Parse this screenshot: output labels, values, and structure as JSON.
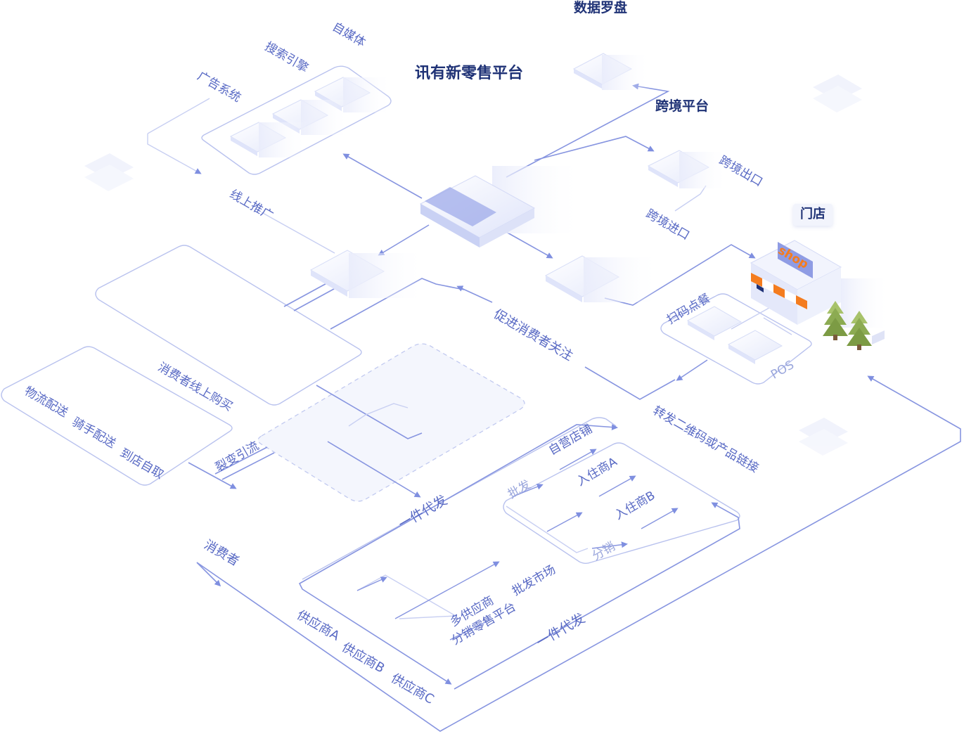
{
  "platform": {
    "title": "讯有新零售平台",
    "data_compass": "数据罗盘",
    "cross_border": "跨境平台",
    "cross_export": "跨境出口",
    "cross_import": "跨境进口"
  },
  "promotion": {
    "self_media": "自媒体",
    "search_engine": "搜索引擎",
    "ad_system": "广告系统",
    "online_promotion": "线上推广"
  },
  "store": {
    "label": "门店",
    "shop_sign": "shop",
    "scan_order": "扫码点餐",
    "pos": "POS"
  },
  "flows": {
    "promote_attention": "促进消费者关注",
    "forward_qr": "转发二维码或产品链接",
    "consumer_online_buy": "消费者线上购买",
    "fission": "裂变引流",
    "dropship_1": "一件代发",
    "dropship_2": "一件代发"
  },
  "delivery": {
    "logistics": "物流配送",
    "rider": "骑手配送",
    "pickup": "到店自取"
  },
  "consumer": "消费者",
  "channels": {
    "self_store": "自营店铺",
    "merchant_a": "入住商A",
    "merchant_b": "入住商B",
    "wholesale": "批发",
    "distribution": "分销"
  },
  "suppliers": {
    "a": "供应商A",
    "b": "供应商B",
    "c": "供应商C",
    "wholesale_market": "批发市场",
    "multi_supplier_line1": "多供应商",
    "multi_supplier_line2": "分销零售平台"
  },
  "colors": {
    "line": "#8795e0",
    "line_light": "#c5cdf2",
    "text": "#6677cc",
    "title": "#1f3276",
    "shop_orange": "#f47c1f"
  }
}
